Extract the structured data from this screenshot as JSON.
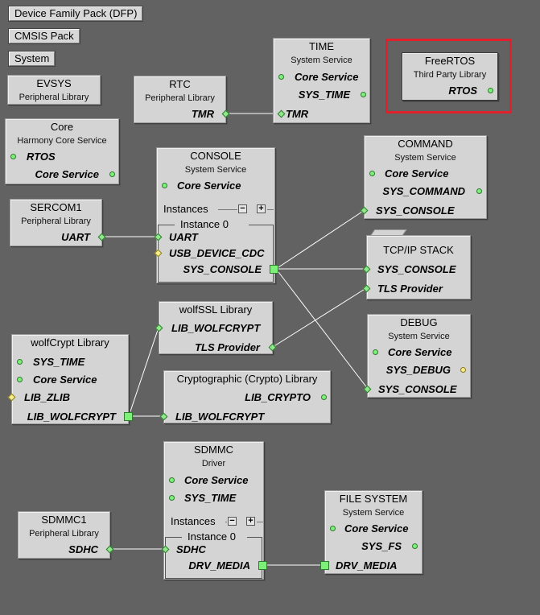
{
  "toolbar_buttons": {
    "dfp": "Device Family Pack (DFP)",
    "cmsis": "CMSIS Pack",
    "system": "System"
  },
  "colors": {
    "background": "#626262",
    "component_bg": "#d4d4d4",
    "port_green": "#7df07a",
    "port_yellow": "#f5ec8a",
    "wire": "#ffffff",
    "selection_highlight": "#e0202a"
  },
  "components": {
    "evsys": {
      "title": "EVSYS",
      "subtitle": "Peripheral Library"
    },
    "rtc": {
      "title": "RTC",
      "subtitle": "Peripheral Library",
      "ports": [
        "TMR"
      ]
    },
    "time": {
      "title": "TIME",
      "subtitle": "System Service",
      "ports": [
        "Core Service",
        "SYS_TIME",
        "TMR"
      ]
    },
    "freertos": {
      "title": "FreeRTOS",
      "subtitle": "Third Party Library",
      "ports": [
        "RTOS"
      ]
    },
    "core": {
      "title": "Core",
      "subtitle": "Harmony Core Service",
      "ports": [
        "RTOS",
        "Core Service"
      ]
    },
    "console": {
      "title": "CONSOLE",
      "subtitle": "System Service",
      "ports": [
        "Core Service"
      ],
      "instances_label": "Instances",
      "instance_label": "Instance 0",
      "instance_ports": [
        "UART",
        "USB_DEVICE_CDC",
        "SYS_CONSOLE"
      ]
    },
    "command": {
      "title": "COMMAND",
      "subtitle": "System Service",
      "ports": [
        "Core Service",
        "SYS_COMMAND",
        "SYS_CONSOLE"
      ]
    },
    "sercom1": {
      "title": "SERCOM1",
      "subtitle": "Peripheral Library",
      "ports": [
        "UART"
      ]
    },
    "tcpip": {
      "title": "TCP/IP STACK",
      "ports": [
        "SYS_CONSOLE",
        "TLS Provider"
      ]
    },
    "wolfssl": {
      "title": "wolfSSL Library",
      "ports": [
        "LIB_WOLFCRYPT",
        "TLS Provider"
      ]
    },
    "debug": {
      "title": "DEBUG",
      "subtitle": "System Service",
      "ports": [
        "Core Service",
        "SYS_DEBUG",
        "SYS_CONSOLE"
      ]
    },
    "wolfcrypt": {
      "title": "wolfCrypt Library",
      "ports": [
        "SYS_TIME",
        "Core Service",
        "LIB_ZLIB",
        "LIB_WOLFCRYPT"
      ]
    },
    "crypto": {
      "title": "Cryptographic (Crypto) Library",
      "ports": [
        "LIB_CRYPTO",
        "LIB_WOLFCRYPT"
      ]
    },
    "sdmmc": {
      "title": "SDMMC",
      "subtitle": "Driver",
      "ports": [
        "Core Service",
        "SYS_TIME"
      ],
      "instances_label": "Instances",
      "instance_label": "Instance 0",
      "instance_ports": [
        "SDHC",
        "DRV_MEDIA"
      ]
    },
    "sdmmc1": {
      "title": "SDMMC1",
      "subtitle": "Peripheral Library",
      "ports": [
        "SDHC"
      ]
    },
    "filesystem": {
      "title": "FILE SYSTEM",
      "subtitle": "System Service",
      "ports": [
        "Core Service",
        "SYS_FS",
        "DRV_MEDIA"
      ]
    }
  },
  "instance_controls": {
    "minus": "−",
    "plus": "+"
  }
}
